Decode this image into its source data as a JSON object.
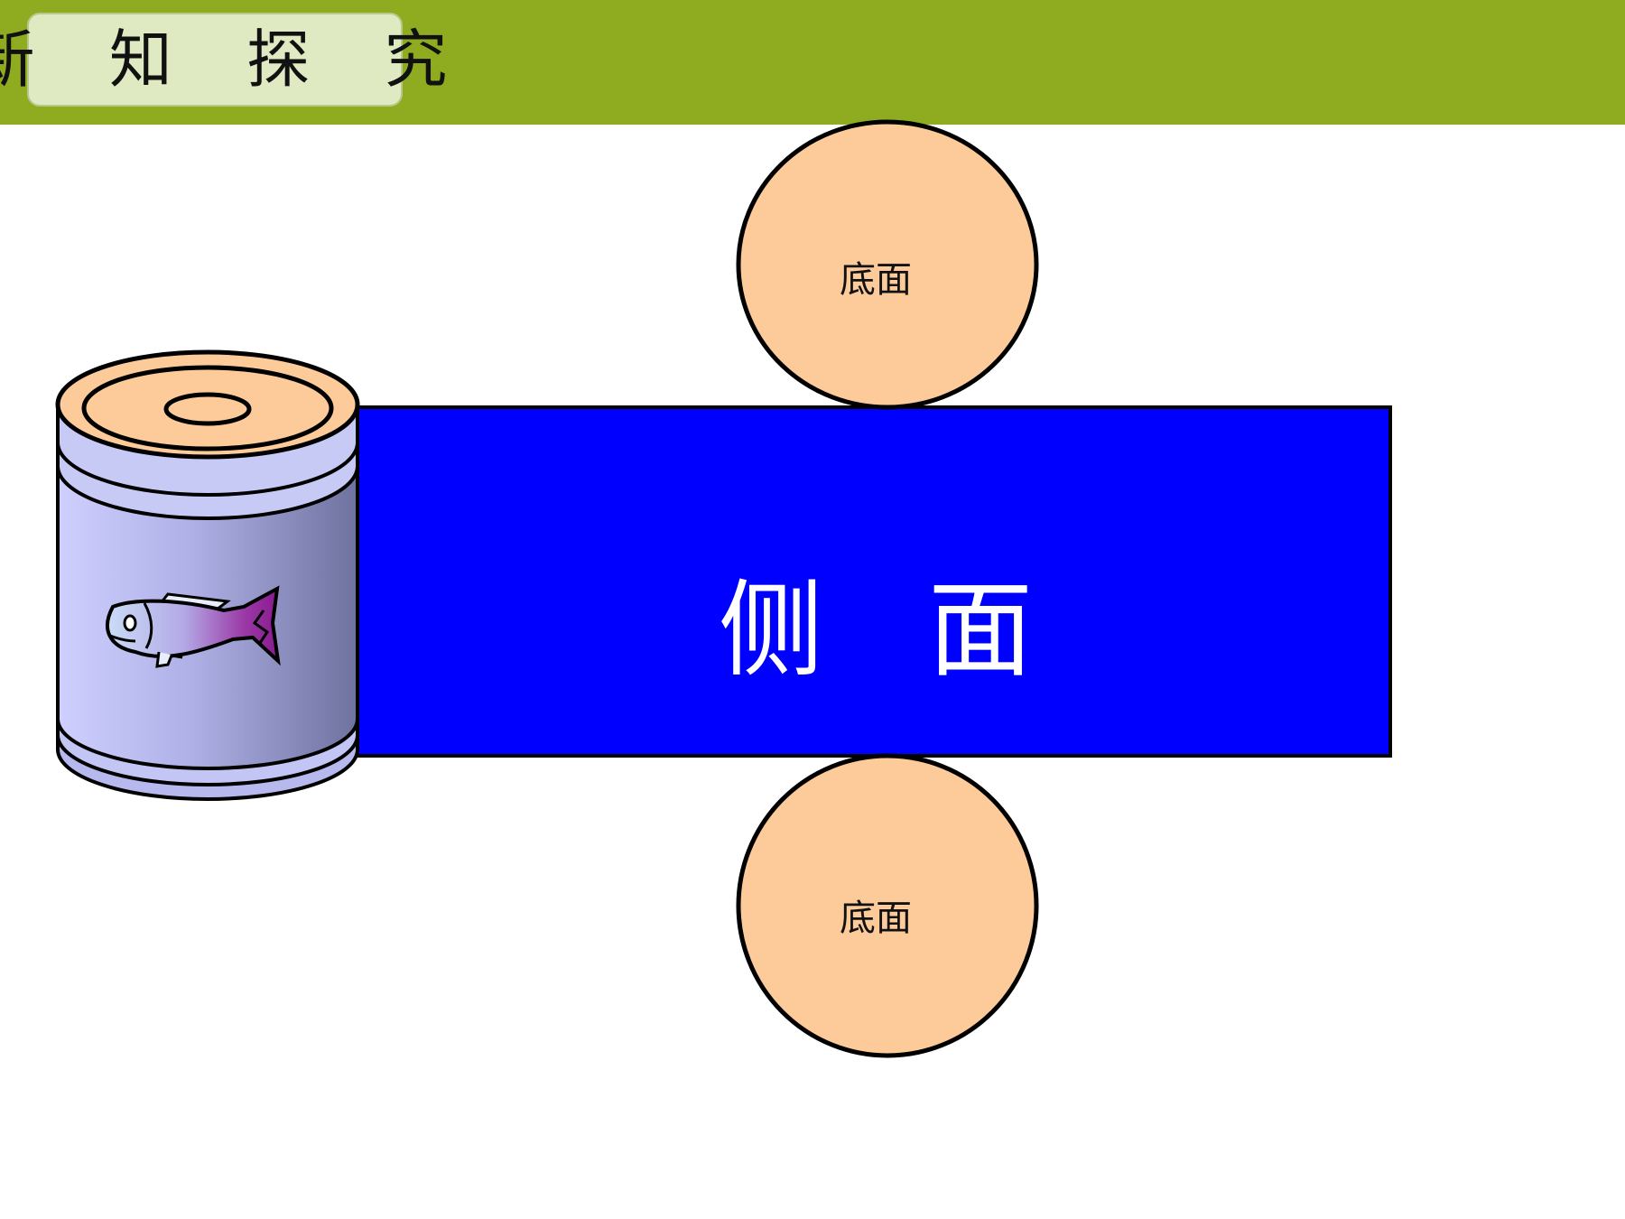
{
  "header": {
    "title": "新 知 探 究",
    "bar_color": "#8fac20",
    "badge_color": "#dfe9c2"
  },
  "net": {
    "top_base_label": "底面",
    "bottom_base_label": "底面",
    "side_label": "侧　面",
    "side_color": "#0000ff",
    "base_color": "#fdcb9a",
    "outline_color": "#000000"
  },
  "can": {
    "body_color": "#b6b8ee",
    "lid_color": "#fdcb9a",
    "fish_icon": "fish-icon"
  }
}
